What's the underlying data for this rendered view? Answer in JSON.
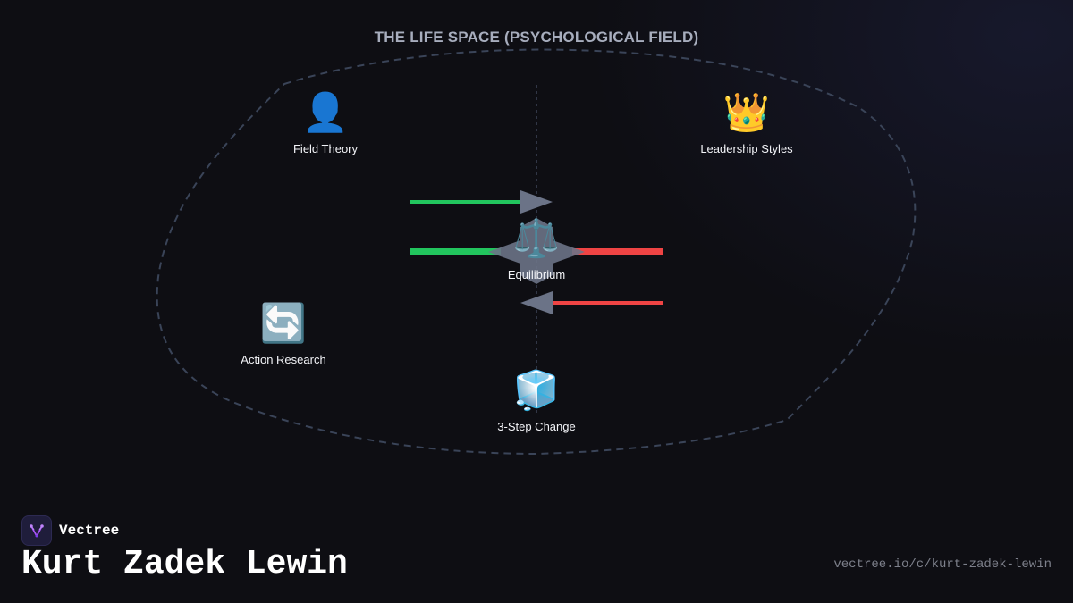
{
  "diagram": {
    "title": "THE LIFE SPACE (PSYCHOLOGICAL FIELD)",
    "nodes": {
      "field_theory": {
        "label": "Field Theory",
        "icon": "person-icon",
        "glyph": "👤"
      },
      "leadership_styles": {
        "label": "Leadership Styles",
        "icon": "crown-icon",
        "glyph": "👑"
      },
      "equilibrium": {
        "label": "Equilibrium",
        "icon": "balance-scale-icon",
        "glyph": "⚖️"
      },
      "action_research": {
        "label": "Action Research",
        "icon": "refresh-cycle-icon",
        "glyph": "🔄"
      },
      "three_step_change": {
        "label": "3-Step Change",
        "icon": "ice-cube-icon",
        "glyph": "🧊"
      }
    },
    "colors": {
      "driving_force": "#22c55e",
      "restraining_force": "#ef4444",
      "arrowhead": "#6b7387",
      "boundary": "#3a4458",
      "title": "#a7adbd"
    }
  },
  "footer": {
    "brand_name": "Vectree",
    "title": "Kurt Zadek Lewin",
    "url": "vectree.io/c/kurt-zadek-lewin"
  }
}
